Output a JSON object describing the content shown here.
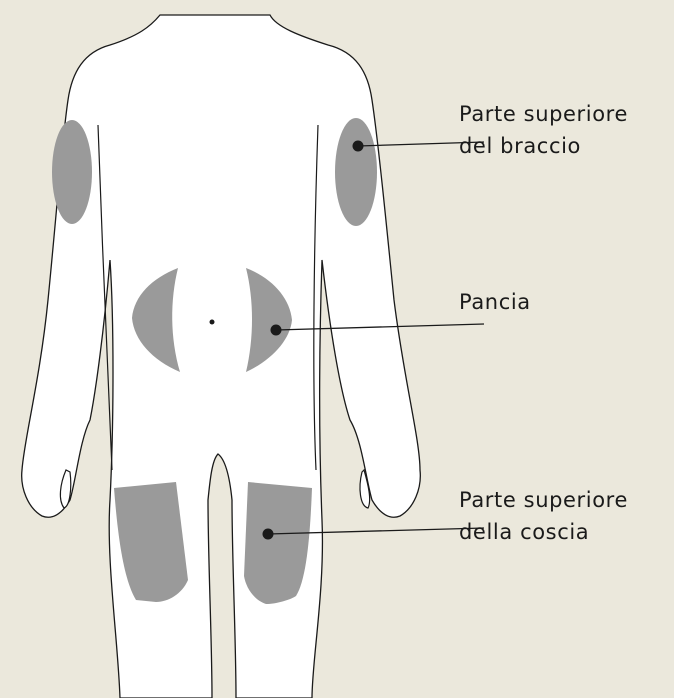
{
  "colors": {
    "background": "#ebe8dc",
    "body_fill": "#ffffff",
    "outline": "#1a1a1a",
    "injection_zone": "#9a9a9a"
  },
  "labels": {
    "upper_arm": {
      "line1": "Parte superiore",
      "line2": "del braccio"
    },
    "belly": {
      "line1": "Pancia"
    },
    "upper_thigh": {
      "line1": "Parte superiore",
      "line2": "della coscia"
    }
  }
}
